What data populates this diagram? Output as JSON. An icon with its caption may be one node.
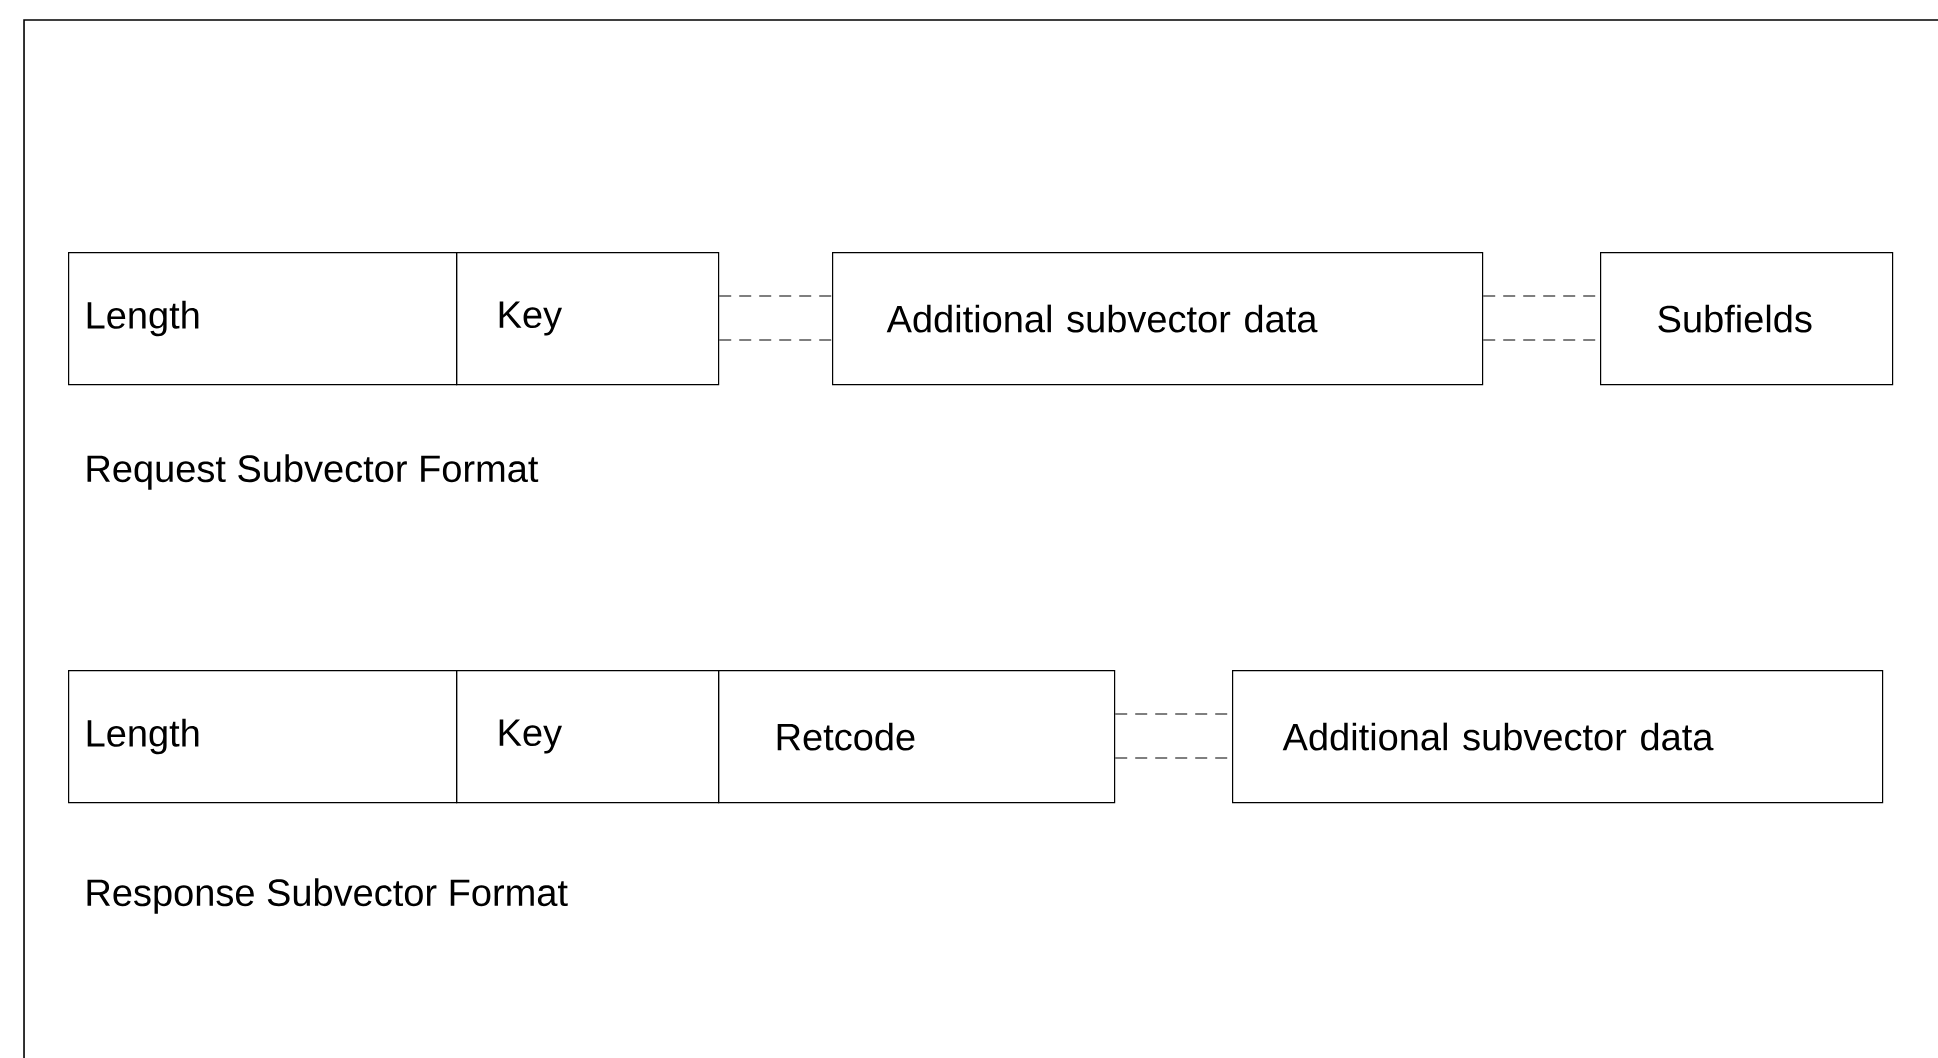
{
  "diagram": {
    "nodes": [
      {
        "text": [
          "Length"
        ]
      },
      {
        "text": [
          "Key"
        ]
      },
      {
        "text": [
          "Additional subvector data"
        ]
      },
      {
        "text": [
          "Subfields"
        ]
      },
      {
        "text": [
          "Length"
        ]
      },
      {
        "text": [
          "Key"
        ]
      },
      {
        "text": [
          "Retcode"
        ]
      },
      {
        "text": [
          "Additional subvector data"
        ]
      }
    ],
    "edges": [
      {
        "from": 1,
        "to": 2,
        "arrow": "none",
        "style": "dashed"
      },
      {
        "from": 1,
        "to": 2,
        "arrow": "none",
        "style": "dashed"
      },
      {
        "from": 2,
        "to": 3,
        "arrow": "none",
        "style": "dashed"
      },
      {
        "from": 2,
        "to": 3,
        "arrow": "none",
        "style": "dashed"
      },
      {
        "from": 6,
        "to": 7,
        "arrow": "none",
        "style": "dashed"
      },
      {
        "from": 6,
        "to": 7,
        "arrow": "none",
        "style": "dashed"
      }
    ],
    "labels": [
      "Request Subvector Format",
      "Response Subvector  Format"
    ]
  }
}
